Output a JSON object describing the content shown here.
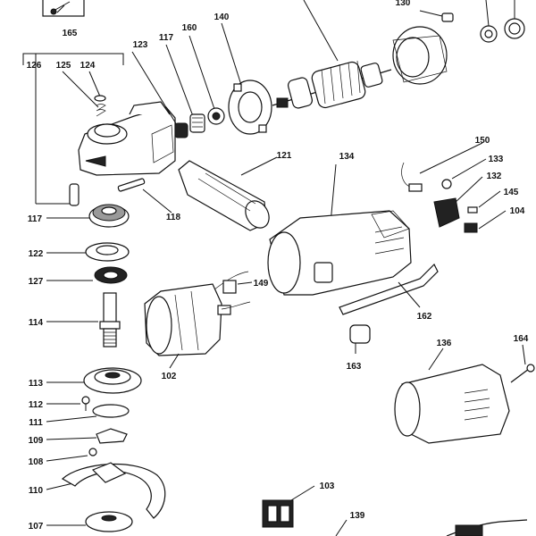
{
  "labels": {
    "l165": "165",
    "l130": "130",
    "l126": "126",
    "l125": "125",
    "l124": "124",
    "l123": "123",
    "l117a": "117",
    "l160": "160",
    "l140": "140",
    "l121": "121",
    "l150": "150",
    "l133": "133",
    "l134": "134",
    "l132": "132",
    "l145": "145",
    "l104": "104",
    "l117b": "117",
    "l118": "118",
    "l122": "122",
    "l127": "127",
    "l149": "149",
    "l114": "114",
    "l162": "162",
    "l102": "102",
    "l163": "163",
    "l136": "136",
    "l164": "164",
    "l113": "113",
    "l112": "112",
    "l111": "111",
    "l109": "109",
    "l108": "108",
    "l110": "110",
    "l103": "103",
    "l139": "139",
    "l107": "107"
  }
}
